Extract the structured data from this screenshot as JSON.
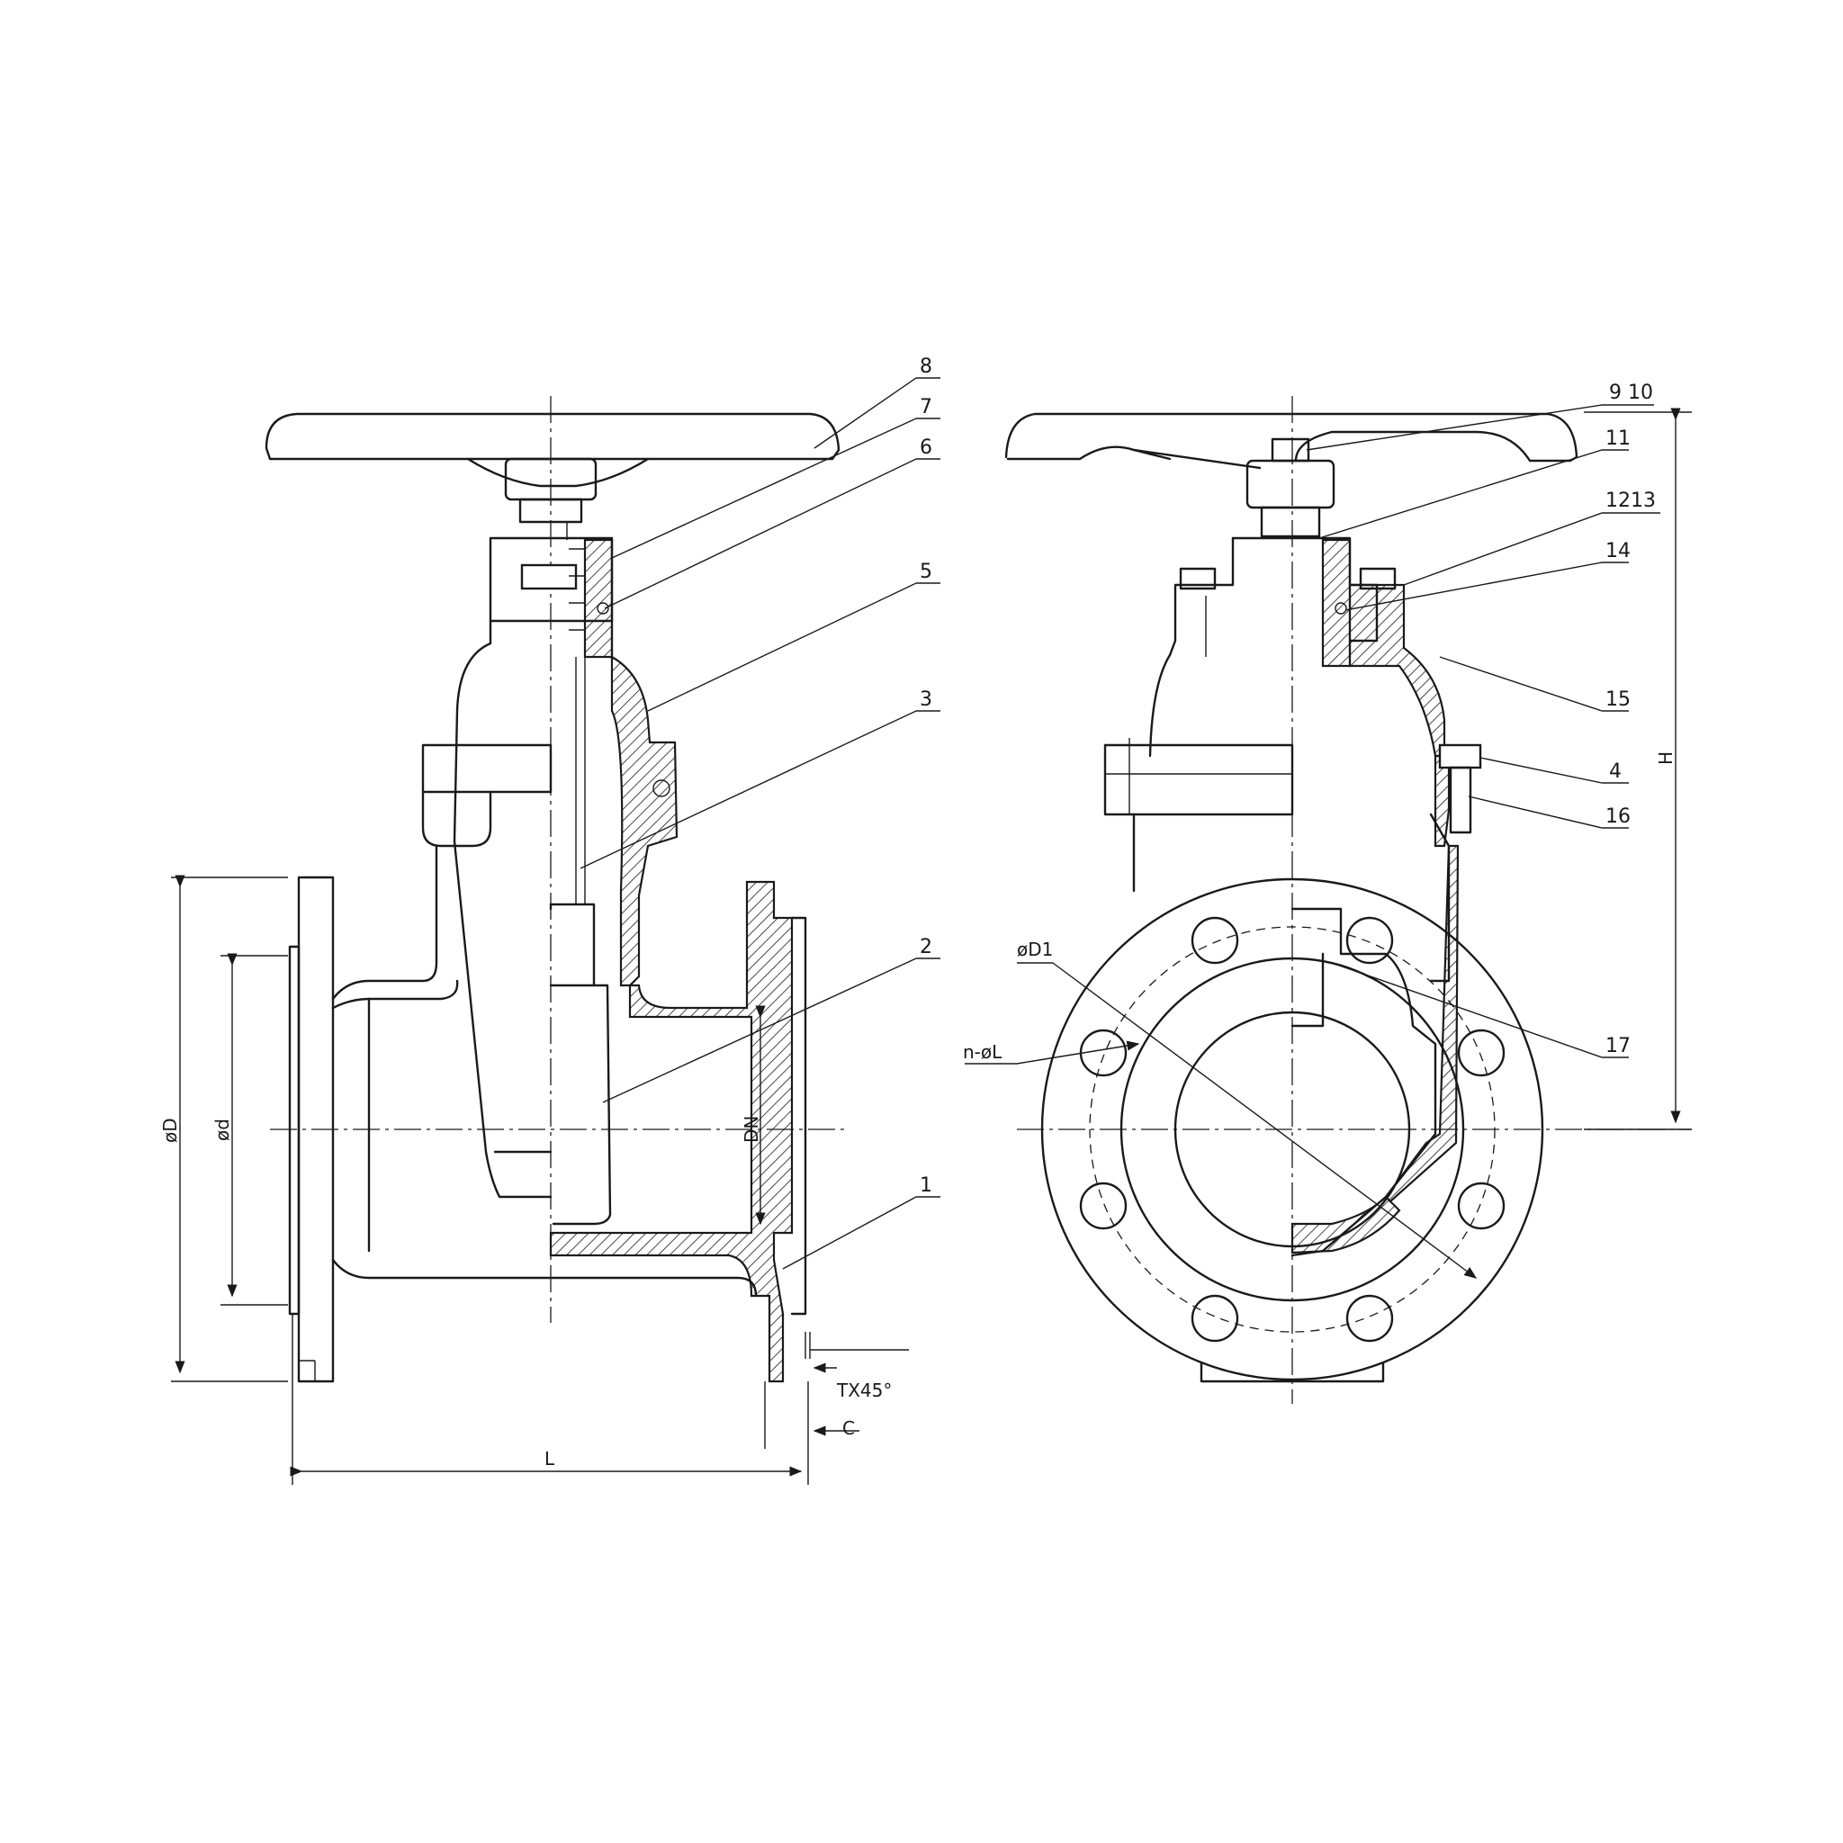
{
  "callouts_front": [
    "8",
    "7",
    "6",
    "5",
    "3",
    "2",
    "1"
  ],
  "callouts_side": [
    "9 10",
    "11",
    "1213",
    "14",
    "15",
    "4",
    "16",
    "17"
  ],
  "dimensions": {
    "outer_diameter": "øD",
    "bolt_circle": "ød",
    "nominal": "DN",
    "length": "L",
    "chamfer": "TX45°",
    "raised_face": "C",
    "pitch_diameter": "øD1",
    "bolt_holes": "n-øL",
    "height": "H"
  }
}
